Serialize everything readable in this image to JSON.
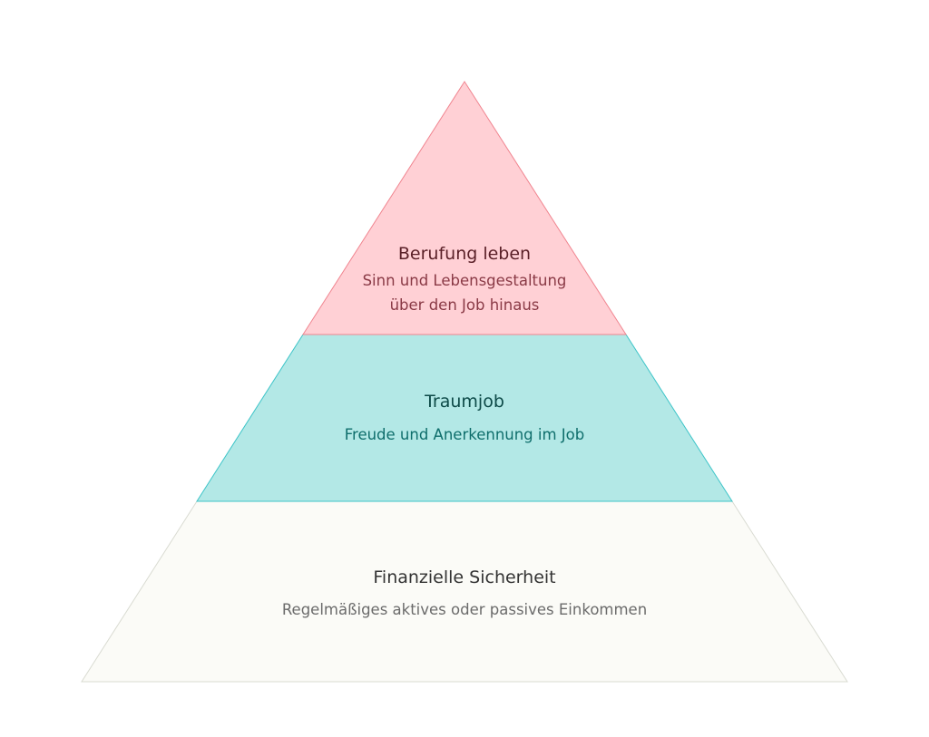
{
  "levels": [
    {
      "title": "Berufung leben",
      "description_lines": [
        "Sinn und Lebensgestaltung",
        "über den Job hinaus"
      ],
      "fill": "#ffd0d5",
      "stroke": "#f0848f",
      "title_color": "#5a1f27",
      "desc_color": "#8a3a46"
    },
    {
      "title": "Traumjob",
      "description_lines": [
        "Freude und Anerkennung im Job"
      ],
      "fill": "#b3e8e6",
      "stroke": "#3cc4c8",
      "title_color": "#0d4a48",
      "desc_color": "#0f6e6c"
    },
    {
      "title": "Finanzielle Sicherheit",
      "description_lines": [
        "Regelmäßiges aktives oder passives Einkommen"
      ],
      "fill": "#fbfbf7",
      "stroke": "#d9dbd2",
      "title_color": "#333333",
      "desc_color": "#6b6b6b"
    }
  ]
}
